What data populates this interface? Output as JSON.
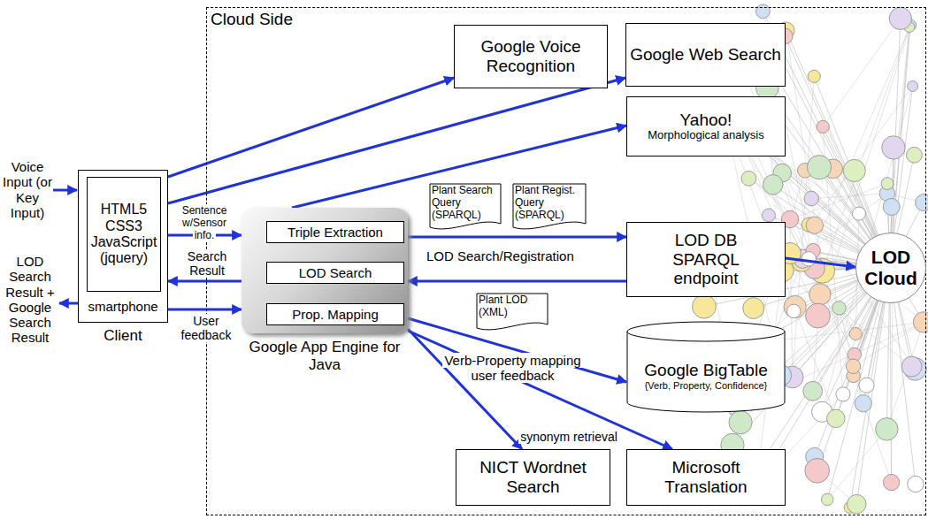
{
  "diagram": {
    "nodes": [
      {
        "text": [
          "smartphone",
          "Client"
        ]
      },
      {
        "text": [
          "HTML5 CSS3 JavaScript (jquery)"
        ],
        "in": 0
      },
      {
        "text": [
          "Cloud Side"
        ]
      },
      {
        "text": [
          "Google Voice Recognition"
        ],
        "in": 2
      },
      {
        "text": [
          "Google Web Search"
        ],
        "in": 2
      },
      {
        "text": [
          "Yahoo!",
          "Morphological analysis"
        ],
        "in": 2
      },
      {
        "text": [
          "Google App Engine for Java"
        ],
        "in": 2
      },
      {
        "text": [
          "Triple Extraction"
        ],
        "in": 6
      },
      {
        "text": [
          "LOD Search"
        ],
        "in": 6
      },
      {
        "text": [
          "Prop. Mapping"
        ],
        "in": 6
      },
      {
        "text": [
          "Plant Search Query (SPARQL)"
        ],
        "in": 2
      },
      {
        "text": [
          "Plant Regist. Query (SPARQL)"
        ],
        "in": 2
      },
      {
        "text": [
          "LOD DB SPARQL endpoint"
        ],
        "in": 2
      },
      {
        "text": [
          "Plant LOD (XML)"
        ],
        "in": 2
      },
      {
        "text": [
          "Google BigTable",
          "{Verb, Property, Confidence}"
        ],
        "in": 2
      },
      {
        "text": [
          "NICT Wordnet Search"
        ],
        "in": 2
      },
      {
        "text": [
          "Microsoft Translation"
        ],
        "in": 2
      },
      {
        "text": [
          "LOD Cloud"
        ],
        "in": 2
      }
    ],
    "edges": [
      {
        "from": 0,
        "to": 3,
        "arrow": "to"
      },
      {
        "from": 0,
        "to": 4,
        "arrow": "to"
      },
      {
        "from": 0,
        "to": 6,
        "label": "Sentence w/Sensor info.",
        "arrow": "to"
      },
      {
        "from": 6,
        "to": 0,
        "label": "Search Result",
        "arrow": "to"
      },
      {
        "from": 0,
        "to": 6,
        "label": "User feedback",
        "arrow": "to"
      },
      {
        "from": 6,
        "to": 5,
        "arrow": "to"
      },
      {
        "from": 6,
        "to": 12,
        "arrow": "to"
      },
      {
        "from": 12,
        "to": 6,
        "arrow": "to"
      },
      {
        "from": 12,
        "to": 17,
        "arrow": "to"
      },
      {
        "from": 6,
        "to": 14,
        "label": "Verb-Property mapping user feedback",
        "arrow": "to"
      },
      {
        "from": 6,
        "to": 15,
        "arrow": "to"
      },
      {
        "from": 6,
        "to": 16,
        "label": "synonym retrieval",
        "arrow": "to"
      }
    ],
    "labels": [
      "Voice Input (or Key Input)",
      "LOD Search Result + Google Search Result",
      "LOD Search/Registration"
    ]
  }
}
